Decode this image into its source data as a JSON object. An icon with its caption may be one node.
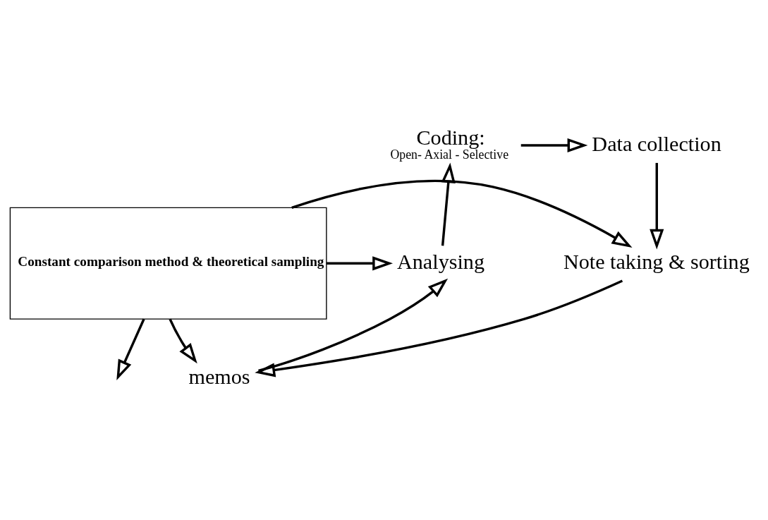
{
  "diagram": {
    "nodes": [
      {
        "text": [
          "Coding:",
          "Open- Axial - Selective"
        ]
      },
      {
        "text": [
          "Data collection"
        ]
      },
      {
        "text": [
          "Note taking & sorting"
        ]
      },
      {
        "text": [
          "memos"
        ]
      },
      {
        "text": [
          "Analysing"
        ]
      },
      {
        "text": [
          "Constant comparison method & theoretical sampling"
        ]
      }
    ],
    "edges": [
      {
        "from": 0,
        "to": 1,
        "arrow": "to"
      },
      {
        "from": 1,
        "to": 2,
        "arrow": "to"
      },
      {
        "from": 2,
        "to": 3,
        "arrow": "to"
      },
      {
        "from": 3,
        "to": 4,
        "arrow": "to"
      },
      {
        "from": 4,
        "to": 0,
        "arrow": "to"
      },
      {
        "from": 5,
        "to": null,
        "arrow": "to"
      },
      {
        "from": 5,
        "to": 4,
        "arrow": "to"
      },
      {
        "from": 5,
        "to": 2,
        "arrow": "to"
      },
      {
        "from": 5,
        "to": 3,
        "arrow": "to"
      }
    ]
  }
}
